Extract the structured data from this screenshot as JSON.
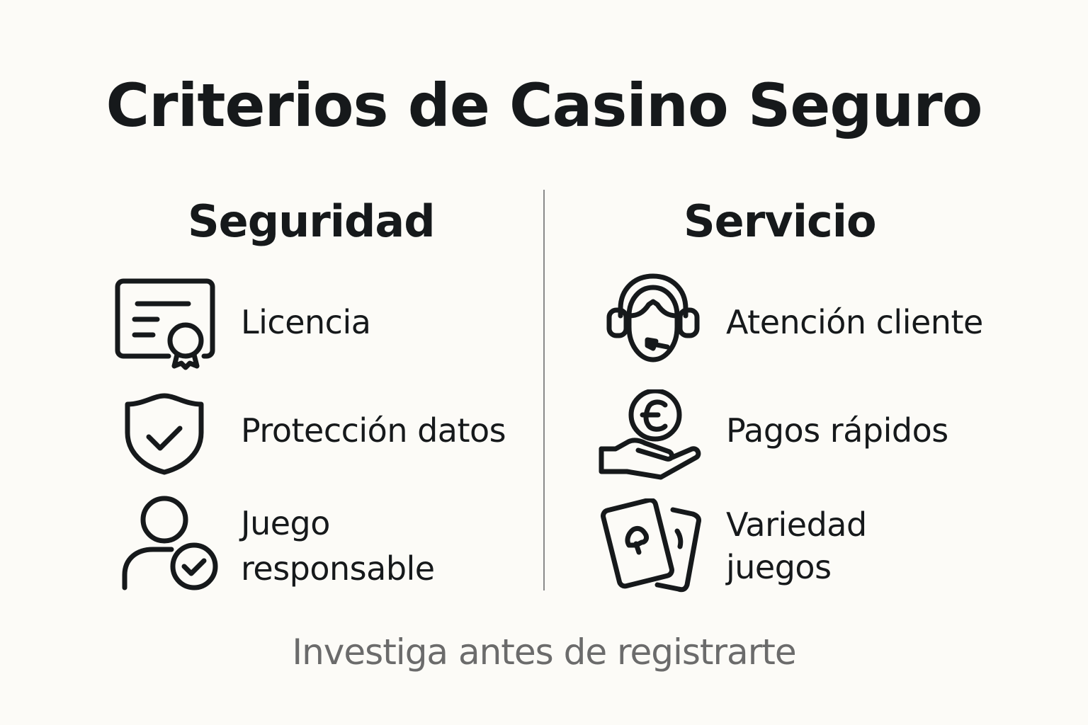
{
  "title": "Criterios de Casino Seguro",
  "columns": [
    {
      "heading": "Seguridad",
      "items": [
        {
          "label": "Licencia",
          "icon": "certificate-icon"
        },
        {
          "label": "Protección datos",
          "icon": "shield-check-icon"
        },
        {
          "label_line1": "Juego",
          "label_line2": "responsable",
          "icon": "user-check-icon"
        }
      ]
    },
    {
      "heading": "Servicio",
      "items": [
        {
          "label": "Atención cliente",
          "icon": "headset-agent-icon"
        },
        {
          "label": "Pagos rápidos",
          "icon": "hand-euro-coin-icon"
        },
        {
          "label_line1": "Variedad",
          "label_line2": "juegos",
          "icon": "playing-cards-icon"
        }
      ]
    }
  ],
  "footer": "Investiga antes de registrarte",
  "colors": {
    "background": "#fcfbf7",
    "text": "#16191b",
    "footer_text": "#6b6b6b",
    "divider": "#8a8a8a"
  }
}
